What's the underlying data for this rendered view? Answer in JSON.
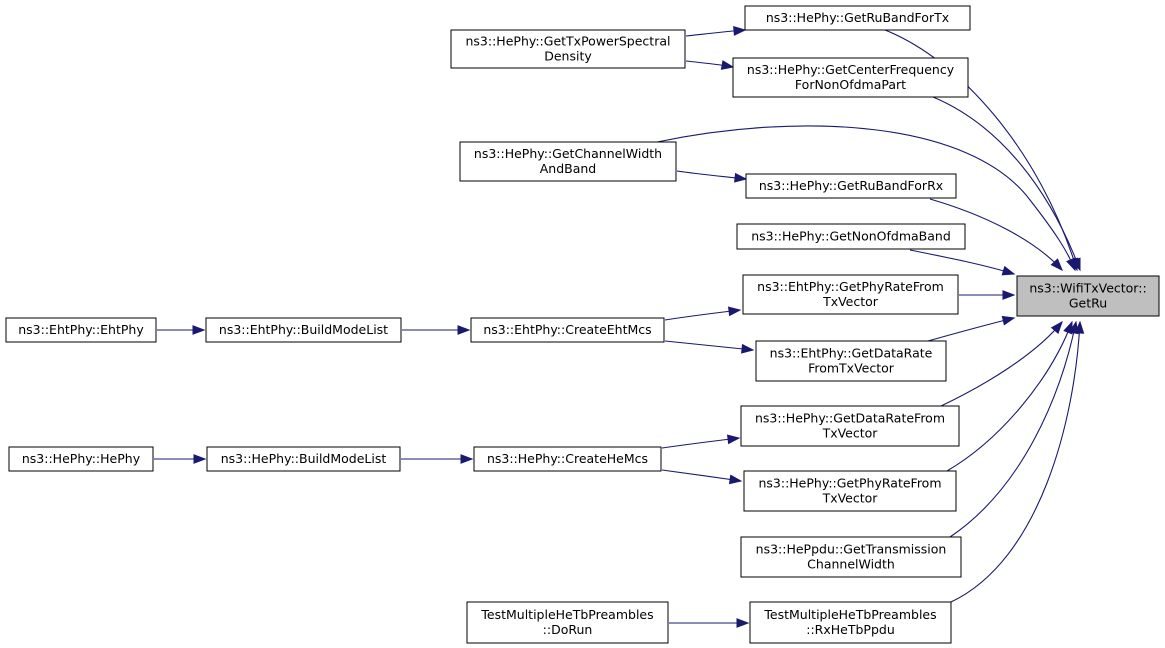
{
  "nodes": [
    {
      "id": "getru",
      "lines": [
        "ns3::WifiTxVector::",
        "GetRu"
      ],
      "focus": true
    },
    {
      "id": "rubandtx",
      "lines": [
        "ns3::HePhy::GetRuBandForTx"
      ]
    },
    {
      "id": "txpsd",
      "lines": [
        "ns3::HePhy::GetTxPowerSpectral",
        "Density"
      ]
    },
    {
      "id": "centerfreq",
      "lines": [
        "ns3::HePhy::GetCenterFrequency",
        "ForNonOfdmaPart"
      ]
    },
    {
      "id": "chanwidth",
      "lines": [
        "ns3::HePhy::GetChannelWidth",
        "AndBand"
      ]
    },
    {
      "id": "rubandrx",
      "lines": [
        "ns3::HePhy::GetRuBandForRx"
      ]
    },
    {
      "id": "nonofdma",
      "lines": [
        "ns3::HePhy::GetNonOfdmaBand"
      ]
    },
    {
      "id": "ehtphyrate",
      "lines": [
        "ns3::EhtPhy::GetPhyRateFrom",
        "TxVector"
      ]
    },
    {
      "id": "ehtphyctor",
      "lines": [
        "ns3::EhtPhy::EhtPhy"
      ]
    },
    {
      "id": "ehtbuild",
      "lines": [
        "ns3::EhtPhy::BuildModeList"
      ]
    },
    {
      "id": "ehtmcs",
      "lines": [
        "ns3::EhtPhy::CreateEhtMcs"
      ]
    },
    {
      "id": "ehtdatarate",
      "lines": [
        "ns3::EhtPhy::GetDataRate",
        "FromTxVector"
      ]
    },
    {
      "id": "hedatarate",
      "lines": [
        "ns3::HePhy::GetDataRateFrom",
        "TxVector"
      ]
    },
    {
      "id": "hephyctor",
      "lines": [
        "ns3::HePhy::HePhy"
      ]
    },
    {
      "id": "hebuild",
      "lines": [
        "ns3::HePhy::BuildModeList"
      ]
    },
    {
      "id": "hemcs",
      "lines": [
        "ns3::HePhy::CreateHeMcs"
      ]
    },
    {
      "id": "hephyrate",
      "lines": [
        "ns3::HePhy::GetPhyRateFrom",
        "TxVector"
      ]
    },
    {
      "id": "heppdu",
      "lines": [
        "ns3::HePpdu::GetTransmission",
        "ChannelWidth"
      ]
    },
    {
      "id": "testdorun",
      "lines": [
        "TestMultipleHeTbPreambles",
        "::DoRun"
      ]
    },
    {
      "id": "testrx",
      "lines": [
        "TestMultipleHeTbPreambles",
        "::RxHeTbPpdu"
      ]
    }
  ],
  "edges": [
    {
      "from": "txpsd",
      "to": "rubandtx"
    },
    {
      "from": "txpsd",
      "to": "centerfreq"
    },
    {
      "from": "chanwidth",
      "to": "rubandrx"
    },
    {
      "from": "rubandtx",
      "to": "getru"
    },
    {
      "from": "centerfreq",
      "to": "getru"
    },
    {
      "from": "chanwidth",
      "to": "getru"
    },
    {
      "from": "rubandrx",
      "to": "getru"
    },
    {
      "from": "nonofdma",
      "to": "getru"
    },
    {
      "from": "ehtphyrate",
      "to": "getru"
    },
    {
      "from": "ehtdatarate",
      "to": "getru"
    },
    {
      "from": "hedatarate",
      "to": "getru"
    },
    {
      "from": "hephyrate",
      "to": "getru"
    },
    {
      "from": "heppdu",
      "to": "getru"
    },
    {
      "from": "testrx",
      "to": "getru"
    },
    {
      "from": "ehtphyctor",
      "to": "ehtbuild"
    },
    {
      "from": "ehtbuild",
      "to": "ehtmcs"
    },
    {
      "from": "ehtmcs",
      "to": "ehtphyrate"
    },
    {
      "from": "ehtmcs",
      "to": "ehtdatarate"
    },
    {
      "from": "hephyctor",
      "to": "hebuild"
    },
    {
      "from": "hebuild",
      "to": "hemcs"
    },
    {
      "from": "hemcs",
      "to": "hedatarate"
    },
    {
      "from": "hemcs",
      "to": "hephyrate"
    },
    {
      "from": "testdorun",
      "to": "testrx"
    }
  ]
}
